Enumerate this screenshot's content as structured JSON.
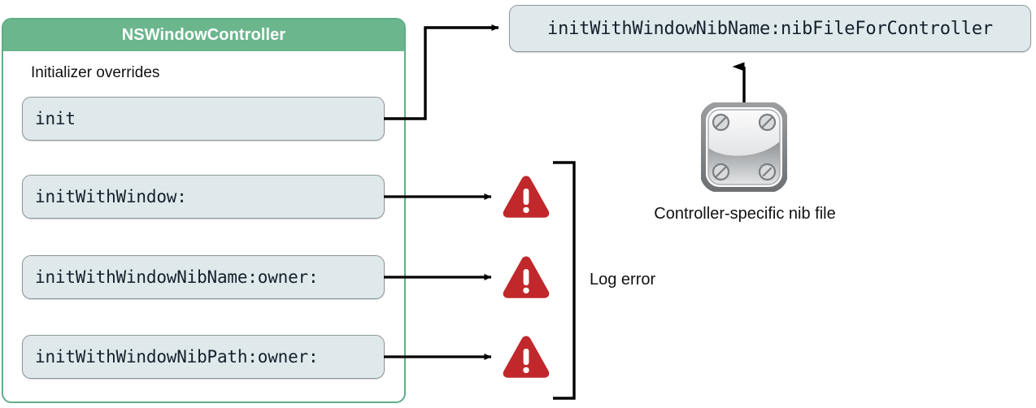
{
  "diagram": {
    "title_text": "NSWindowController initializer overrides diagram",
    "class_box": {
      "header_title": "NSWindowController",
      "section_label": "Initializer overrides",
      "border_color": "#5fae86",
      "header_color": "#6bb68d",
      "methods": [
        {
          "name": "init",
          "outcome": "forwards"
        },
        {
          "name": "initWithWindow:",
          "outcome": "error"
        },
        {
          "name": "initWithWindowNibName:owner:",
          "outcome": "error"
        },
        {
          "name": "initWithWindowNibPath:owner:",
          "outcome": "error"
        }
      ]
    },
    "result_box": {
      "label": "initWithWindowNibName:nibFileForController",
      "fill_color": "#dfe9ec",
      "border_color": "#8e9697"
    },
    "error_group": {
      "bracket_label": "Log error",
      "warning_icon_name": "warning-triangle-icon",
      "warning_color": "#c0282b",
      "warning_count": 3
    },
    "nib": {
      "icon_name": "nib-file-icon",
      "caption": "Controller-specific nib file"
    }
  }
}
